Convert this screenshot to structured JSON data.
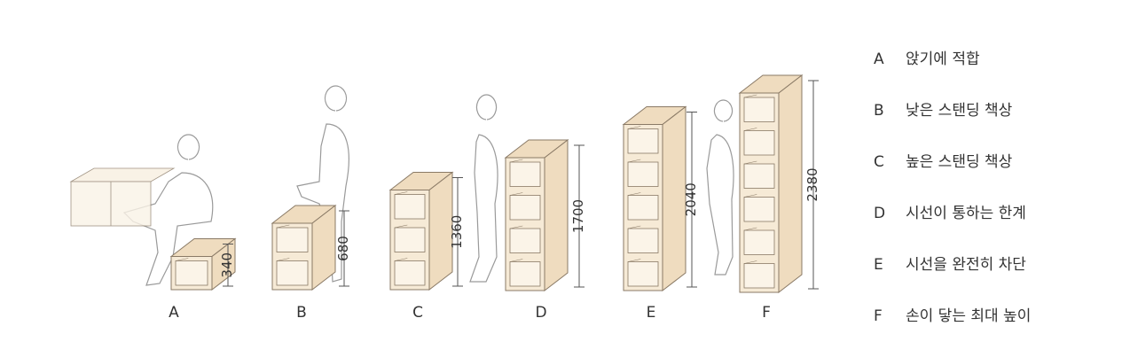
{
  "units": [
    {
      "key": "A",
      "height": "340",
      "shelves": 1
    },
    {
      "key": "B",
      "height": "680",
      "shelves": 2
    },
    {
      "key": "C",
      "height": "1360",
      "shelves": 3
    },
    {
      "key": "D",
      "height": "1700",
      "shelves": 4
    },
    {
      "key": "E",
      "height": "2040",
      "shelves": 5
    },
    {
      "key": "F",
      "height": "2380",
      "shelves": 6
    }
  ],
  "legend": [
    {
      "key": "A",
      "text": "앉기에 적합"
    },
    {
      "key": "B",
      "text": "낮은 스탠딩 책상"
    },
    {
      "key": "C",
      "text": "높은 스탠딩 책상"
    },
    {
      "key": "D",
      "text": "시선이 통하는 한계"
    },
    {
      "key": "E",
      "text": "시선을 완전히 차단"
    },
    {
      "key": "F",
      "text": "손이 닿는 최대 높이"
    }
  ],
  "colors": {
    "wood_front": "#f6ead6",
    "wood_side": "#efdcbf",
    "outline": "#8a7a66",
    "figure": "#9a9a9a",
    "text": "#333333"
  }
}
